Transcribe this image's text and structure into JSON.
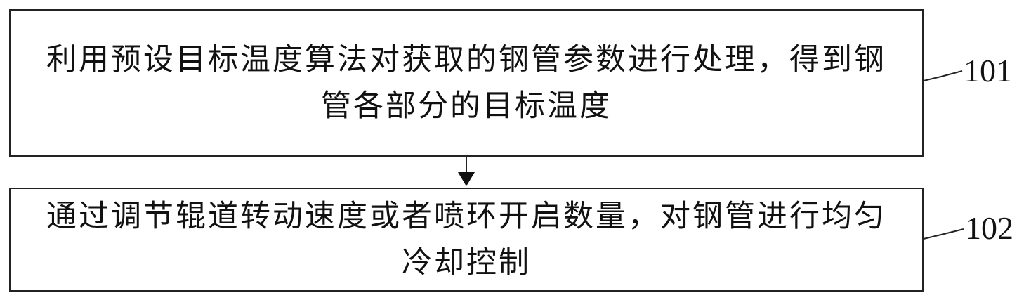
{
  "steps": [
    {
      "ref": "101",
      "text": "利用预设目标温度算法对获取的钢管参数进行处理，得到钢管各部分的目标温度"
    },
    {
      "ref": "102",
      "text": "通过调节辊道转动速度或者喷环开启数量，对钢管进行均匀冷却控制"
    }
  ],
  "colors": {
    "stroke": "#222222",
    "text": "#111111",
    "background": "#ffffff"
  }
}
